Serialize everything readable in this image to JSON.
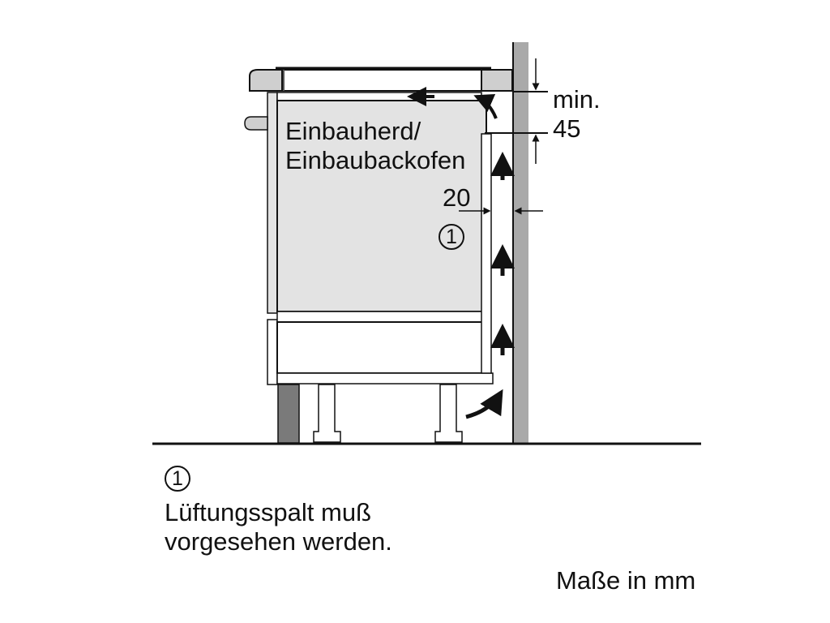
{
  "diagram": {
    "appliance_label_line1": "Einbauherd/",
    "appliance_label_line2": "Einbaubackofen",
    "gap_dimension": "20",
    "callout_marker": "1",
    "top_dimension_line1": "min.",
    "top_dimension_line2": "45",
    "legend": {
      "marker": "1",
      "line1": "Lüftungsspalt muß",
      "line2": "vorgesehen werden."
    },
    "units_note": "Maße in mm",
    "colors": {
      "line": "#111111",
      "panel_fill": "#e3e3e3",
      "worktop_fill": "#cfcfcf",
      "wall_fill": "#a9a9a9",
      "plinth_fill": "#7a7a7a",
      "background": "#ffffff"
    }
  }
}
